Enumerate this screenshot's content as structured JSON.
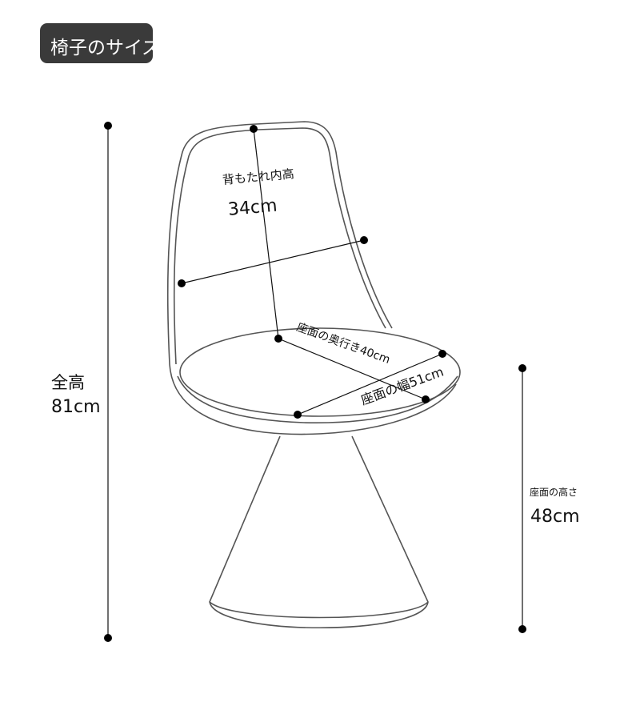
{
  "title": "椅子のサイズ",
  "dimensions": {
    "total_height": {
      "label": "全高",
      "value": "81cm"
    },
    "back_inner_height": {
      "label": "背もたれ内高",
      "value": "34cm"
    },
    "seat_depth": {
      "label": "座面の奥行き40cm"
    },
    "seat_width": {
      "label": "座面の幅51cm"
    },
    "seat_height": {
      "label": "座面の高さ",
      "value": "48cm"
    }
  }
}
